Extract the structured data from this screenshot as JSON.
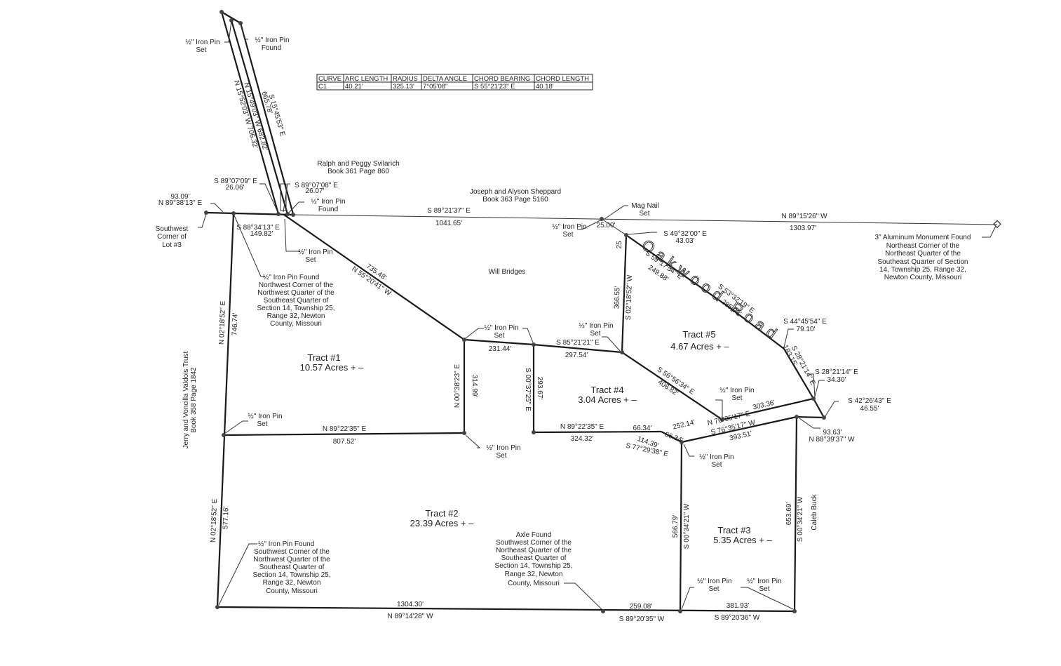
{
  "curve_table": {
    "headers": [
      "CURVE",
      "ARC LENGTH",
      "RADIUS",
      "DELTA ANGLE",
      "CHORD BEARING",
      "CHORD LENGTH"
    ],
    "rows": [
      [
        "C1",
        "40.21'",
        "325.13'",
        "7°05'08\"",
        "S 55°21'23\" E",
        "40.18'"
      ]
    ]
  },
  "owners": {
    "svilarich": [
      "Ralph and Peggy Svilarich",
      "Book 361 Page 860"
    ],
    "sheppard": [
      "Joseph and Alyson Sheppard",
      "Book 363 Page 5160"
    ],
    "bridges": "Will Bridges",
    "valdois": [
      "Jerry and Voncilla Valdois Trust",
      "Book 358 Page 1842"
    ],
    "buck": "Caleb Buck"
  },
  "tracts": [
    {
      "name": "Tract #1",
      "acres": "10.57 Acres + –"
    },
    {
      "name": "Tract #2",
      "acres": "23.39 Acres + –"
    },
    {
      "name": "Tract #3",
      "acres": "5.35 Acres + –"
    },
    {
      "name": "Tract #4",
      "acres": "3.04 Acres + –"
    },
    {
      "name": "Tract #5",
      "acres": "4.67 Acres + –"
    }
  ],
  "road_name": "Oakwood Road",
  "monuments": {
    "nw_corner": [
      "½\" Iron Pin Found",
      "Northwest Corner of the",
      "Northwest Quarter of the",
      "Southeast Quarter of",
      "Section 14, Township 25,",
      "Range 32, Newton",
      "County, Missouri"
    ],
    "sw_corner": [
      "½\" Iron Pin Found",
      "Southwest Corner of the",
      "Northwest Quarter of the",
      "Southeast Quarter of",
      "Section 14, Township 25,",
      "Range 32, Newton",
      "County, Missouri"
    ],
    "axle": [
      "Axle Found",
      "Southwest Corner of the",
      "Northeast Quarter of the",
      "Southeast Quarter of",
      "Section 14, Township 25,",
      "Range 32, Newton",
      "County, Missouri"
    ],
    "aluminum": [
      "3\" Aluminum Monument Found",
      "Northeast Corner of the",
      "Northeast Quarter of the",
      "Southeast Quarter of Section",
      "14, Township 25, Range 32,",
      "Newton County, Missouri"
    ],
    "sw_lot": [
      "Southwest",
      "Corner of",
      "Lot #3"
    ],
    "pin_set": [
      "½\" Iron Pin",
      "Set"
    ],
    "pin_found": [
      "½\" Iron Pin",
      "Found"
    ],
    "mag_nail": [
      "Mag Nail",
      "Set"
    ]
  },
  "calls": {
    "n_15_52_03": "N 15°52'03\" W 706.32'",
    "n_15_49_03": "N 15°49'03\" W 682.82'",
    "s_15_45_53": "S 15°45'53\" E",
    "d_665_78": "665.78'",
    "s_89_07_09": "S 89°07'09\" E",
    "d_26_06": "26.06'",
    "s_89_07_08": "S 89°07'08\" E",
    "d_26_07": "26.07'",
    "d_93_09": "93.09'",
    "n_89_38_13": "N 89°38'13\" E",
    "s_88_34_13": "S 88°34'13\" E",
    "d_149_82": "149.82'",
    "s_89_21_37": "S 89°21'37\" E",
    "d_1041_65": "1041.65'",
    "n_89_15_26": "N 89°15'26\" W",
    "d_1303_97": "1303.97'",
    "d_735_48": "735.48'",
    "n_55_20_41": "N 55°20'41\" W",
    "d_25_00": "25.00'",
    "d_25": "25",
    "s_49_32_00": "S 49°32'00\" E",
    "d_43_03": "43.03'",
    "s_59_17_54": "S 59°17'54\" E",
    "d_249_88": "249.88'",
    "s_53_32_19": "S 53°32'19\" E",
    "d_285_93": "285.93'",
    "s_44_45_54": "S 44°45'54\" E",
    "d_79_10": "79.10'",
    "s_28_21_14_a": "S 28°21'14\" E",
    "d_183_15": "183.15'",
    "s_28_21_14_b": "S 28°21'14\" E",
    "d_34_30": "34.30'",
    "s_42_26_43": "S 42°26'43\" E",
    "d_46_55": "46.55'",
    "d_93_63": "93.63'",
    "n_88_39_37": "N 88°39'37\" W",
    "n_02_18_52_a": "N 02°18'52\" E",
    "d_746_74": "746.74'",
    "n_02_18_52_b": "N 02°18'52\" E",
    "d_577_16": "577.16'",
    "d_366_55": "366.55'",
    "s_02_18_52": "S 02°18'52\" W",
    "d_231_44": "231.44'",
    "s_85_21_21": "S 85°21'21\" E",
    "d_297_54": "297.54'",
    "n_00_38_23": "N 00°38'23\" E",
    "d_314_99": "314.99'",
    "s_00_37_25": "S 00°37'25\" E",
    "d_293_67": "293.67'",
    "s_56_56_34": "S 56°56'34\" E",
    "d_406_82": "406.82'",
    "n_89_22_35_a": "N 89°22'35\" E",
    "d_807_52": "807.52'",
    "n_89_22_35_b": "N 89°22'35\" E",
    "d_324_32": "324.32'",
    "d_66_34_a": "66.34'",
    "d_66_34_b": "66.34'",
    "d_114_39": "114.39'",
    "s_77_29_38": "S 77°29'38\" E",
    "d_252_14": "252.14'",
    "n_76_35_17": "N 76°35'17\" E",
    "d_303_36": "303.36'",
    "s_76_35_17": "S 76°35'17\" W",
    "d_393_51": "393.51'",
    "d_566_79": "566.79'",
    "s_00_34_21_a": "S 00°34'21\" W",
    "d_653_69": "653.69'",
    "s_00_34_21_b": "S 00°34'21\" W",
    "d_1304_30": "1304.30'",
    "n_89_14_28": "N 89°14'28\" W",
    "d_259_08": "259.08'",
    "s_89_20_35": "S 89°20'35\" W",
    "d_381_93": "381.93'",
    "s_89_20_36": "S 89°20'36\" W"
  }
}
